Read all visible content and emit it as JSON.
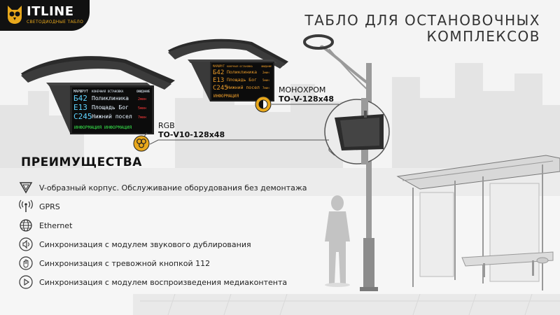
{
  "brand": {
    "name": "ITLINE",
    "tagline": "СВЕТОДИОДНЫЕ ТАБЛО",
    "accent_color": "#e8a81c"
  },
  "title_lines": [
    "ТАБЛО ДЛЯ ОСТАНОВОЧНЫХ",
    "КОМПЛЕКСОВ"
  ],
  "models": [
    {
      "label": "RGB",
      "code": "ТО-V10-128x48",
      "badge_icon": "rgb-color-icon"
    },
    {
      "label": "МОНОХРОМ",
      "code": "ТО-V-128x48",
      "badge_icon": "monochrome-icon"
    }
  ],
  "display_rgb": {
    "headers": [
      "МАРШРУТ",
      "КОНЕЧНАЯ ОСТАНОВКА",
      "ОЖИДАНИЕ"
    ],
    "rows": [
      {
        "route": "Б42",
        "stop": "Поликлиника",
        "wait": "2мин"
      },
      {
        "route": "Е13",
        "stop": "Площадь Бог",
        "wait": "5мин"
      },
      {
        "route": "С245",
        "stop": "Нижний посел",
        "wait": "7мин"
      }
    ],
    "footer": "ИНФОРМАЦИЯ  ИНФОРМАЦИЯ"
  },
  "display_mono": {
    "headers": [
      "МАРШРУТ",
      "КОНЕЧНАЯ ОСТАНОВКА",
      "ОЖИДАНИЕ"
    ],
    "rows": [
      {
        "route": "Б42",
        "stop": "Поликлиника",
        "wait": "2мин"
      },
      {
        "route": "Е13",
        "stop": "Площадь Бог",
        "wait": "5мин"
      },
      {
        "route": "С245",
        "stop": "Нижний посел",
        "wait": "7мин"
      }
    ],
    "footer": "ИНФОРМАЦИЯ"
  },
  "advantages": {
    "title": "ПРЕИМУЩЕСТВА",
    "items": [
      {
        "icon": "v-shape-icon",
        "text": "V-образный корпус. Обслуживание оборудования без демонтажа"
      },
      {
        "icon": "gprs-antenna-icon",
        "text": "GPRS"
      },
      {
        "icon": "globe-icon",
        "text": "Ethernet"
      },
      {
        "icon": "speaker-icon",
        "text": "Синхронизация с модулем звукового дублирования"
      },
      {
        "icon": "alarm-hand-icon",
        "text": "Синхронизация с тревожной кнопкой 112"
      },
      {
        "icon": "play-icon",
        "text": "Синхронизация с модулем воспроизведения медиаконтента"
      }
    ]
  },
  "colors": {
    "background": "#f4f4f4",
    "city": "#e3e3e3",
    "led_white": "#e8f4ff",
    "led_cyan": "#5fd3ff",
    "led_red": "#ff3a3a",
    "led_yellow": "#f0d020",
    "led_green": "#36e04a",
    "led_amber": "#e89a2a"
  }
}
